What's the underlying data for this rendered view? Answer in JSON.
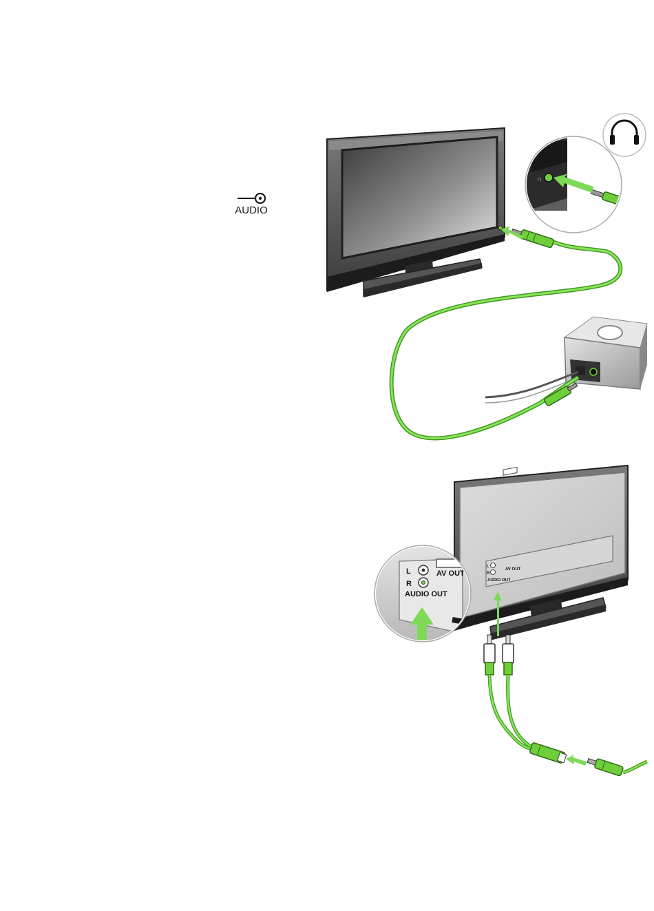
{
  "audio_symbol": {
    "label": "AUDIO",
    "icon": "audio-jack-icon"
  },
  "headphone_badge": {
    "icon": "headphones-icon"
  },
  "tv_panel_labels": {
    "left": "L",
    "right": "R",
    "av_out": "AV OUT",
    "audio_out": "AUDIO OUT"
  },
  "zoom_labels": {
    "left": "L",
    "right": "R",
    "av_out": "AV OUT",
    "audio_out": "AUDIO OUT"
  },
  "colors": {
    "cable_green": "#6fcf3a",
    "cable_green_dark": "#3f9a22",
    "arrow_green": "#7ed957",
    "tv_frame": "#5a5a5a",
    "tv_frame_dark": "#2b2b2b",
    "speaker_body": "#c9c9c9"
  }
}
